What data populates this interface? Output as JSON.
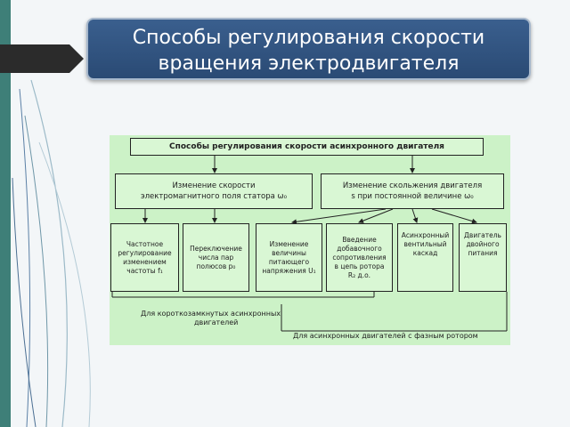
{
  "slide": {
    "title_line1": "Способы регулирования скорости",
    "title_line2": "вращения электродвигателя"
  },
  "diagram": {
    "root": "Способы регулирования скорости асинхронного двигателя",
    "branch_left": {
      "line1": "Изменение скорости",
      "line2": "электромагнитного поля статора ω₀"
    },
    "branch_right": {
      "line1": "Изменение скольжения двигателя",
      "line2": "s при постоянной величине ω₀"
    },
    "leaves": [
      {
        "lines": [
          "Частотное",
          "регулирование",
          "изменением",
          "частоты f₁"
        ]
      },
      {
        "lines": [
          "Переключение",
          "числа пар",
          "полюсов p₀"
        ]
      },
      {
        "lines": [
          "Изменение",
          "величины",
          "питающего",
          "напряжения U₁"
        ]
      },
      {
        "lines": [
          "Введение",
          "добавочного",
          "сопротивления",
          "в цепь ротора",
          "R₂ д.о."
        ]
      },
      {
        "lines": [
          "Асинхронный",
          "вентильный",
          "каскад"
        ]
      },
      {
        "lines": [
          "Двигатель",
          "двойного",
          "питания"
        ]
      }
    ],
    "note_left": {
      "line1": "Для короткозамкнутых асинхронных",
      "line2": "двигателей"
    },
    "note_right": "Для асинхронных двигателей с фазным ротором"
  },
  "colors": {
    "title_bg": "#2f5584",
    "diagram_bg": "#ccf2c7"
  }
}
